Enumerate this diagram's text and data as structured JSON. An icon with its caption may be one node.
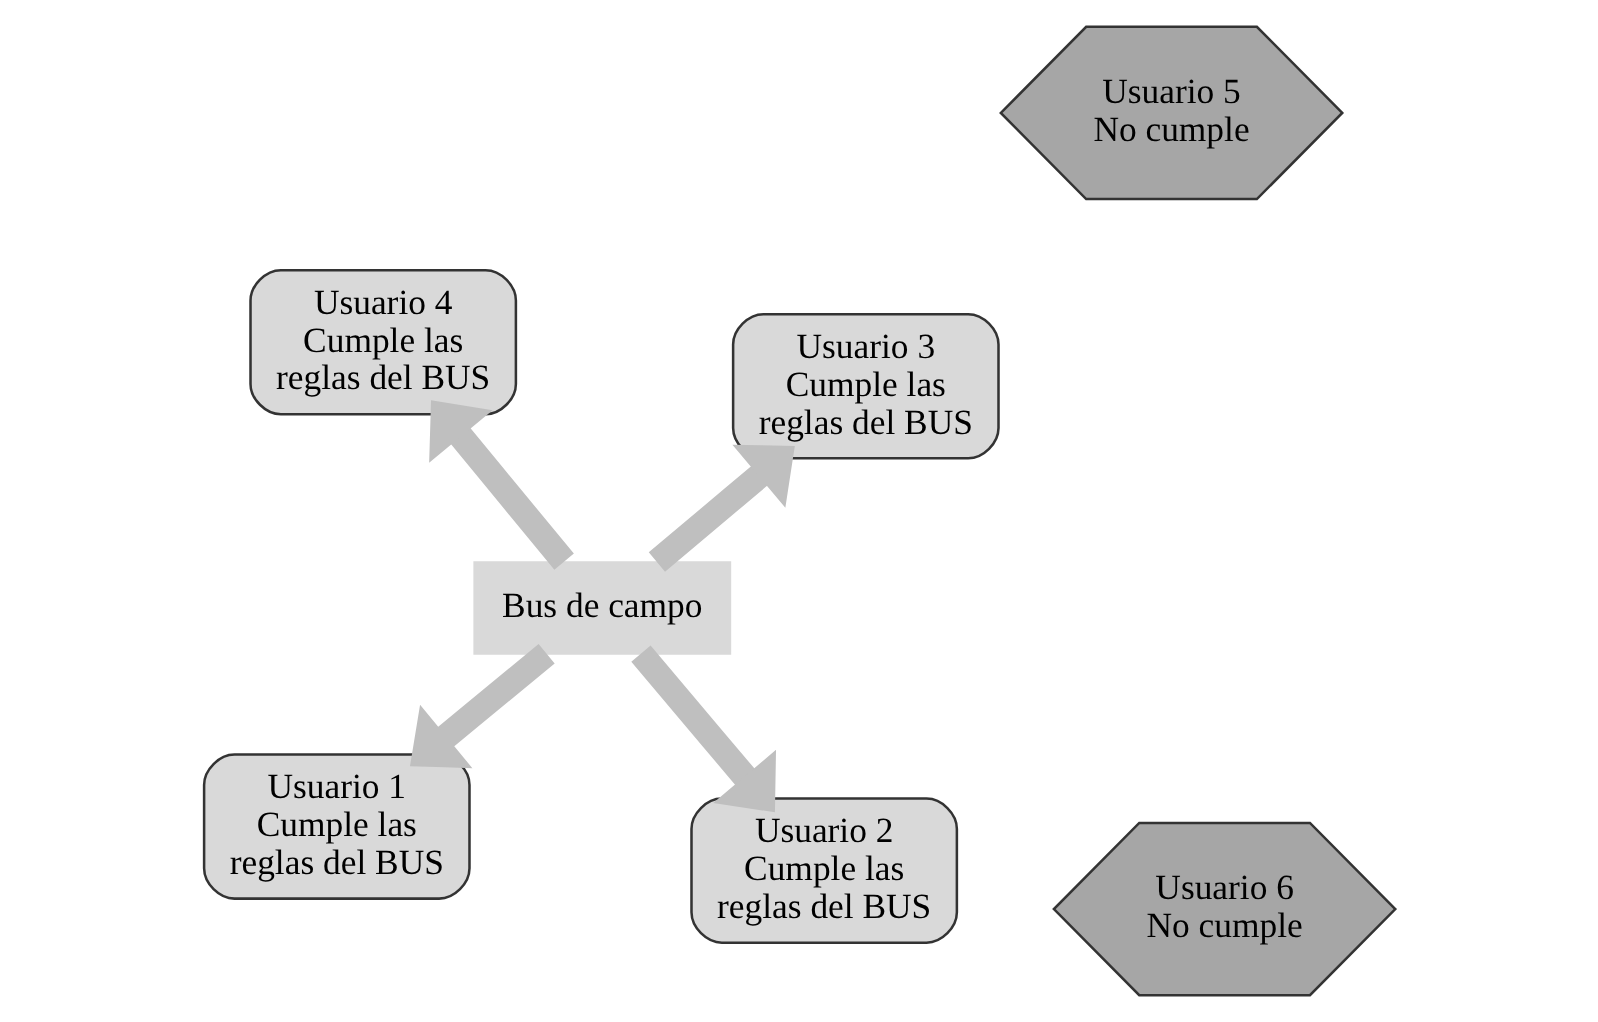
{
  "diagram": {
    "nodes": [
      {
        "text": [
          "Usuario 1",
          "Cumple las reglas del BUS"
        ]
      },
      {
        "text": [
          "Usuario 5",
          "No cumple"
        ]
      },
      {
        "text": [
          "Usuario 2",
          "Cumple las reglas del BUS"
        ]
      },
      {
        "text": [
          "Bus de campo"
        ]
      },
      {
        "text": [
          "Usuario 4",
          "Cumple las reglas del BUS"
        ]
      },
      {
        "text": [
          "Usuario 6",
          "No cumple"
        ]
      },
      {
        "text": [
          "Usuario 3",
          "Cumple las reglas del BUS"
        ]
      }
    ],
    "edges": [
      {
        "from": 3,
        "to": 0,
        "arrow": "to"
      },
      {
        "from": 3,
        "to": 2,
        "arrow": "to"
      },
      {
        "from": 3,
        "to": 4,
        "arrow": "to"
      },
      {
        "from": 3,
        "to": 6,
        "arrow": "to"
      }
    ]
  }
}
